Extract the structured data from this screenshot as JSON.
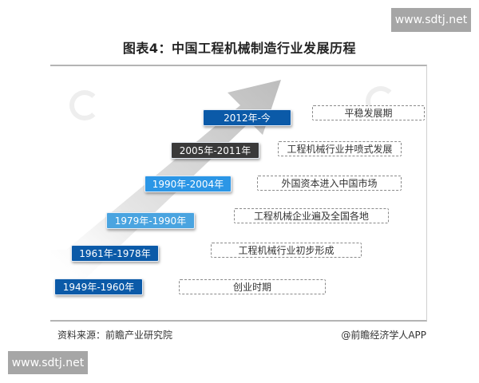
{
  "watermarks": {
    "top": "www.sdtj.net",
    "bottom": "www.sdtj.net"
  },
  "title": "图表4：中国工程机械制造行业发展历程",
  "colors": {
    "dark_blue": "#0b5aa8",
    "dark_gray": "#3a3a3a",
    "bright_blue": "#2b96e6",
    "light_blue": "#4aa4e0",
    "arrow_gray": "#c8c8c8"
  },
  "chart_data": {
    "type": "table",
    "title": "图表4：中国工程机械制造行业发展历程",
    "stages": [
      {
        "period": "1949年-1960年",
        "description": "创业时期"
      },
      {
        "period": "1961年-1978年",
        "description": "工程机械行业初步形成"
      },
      {
        "period": "1979年-1990年",
        "description": "工程机械企业遍及全国各地"
      },
      {
        "period": "1990年-2004年",
        "description": "外国资本进入中国市场"
      },
      {
        "period": "2005年-2011年",
        "description": "工程机械行业井喷式发展"
      },
      {
        "period": "2012年-今",
        "description": "平稳发展期"
      }
    ]
  },
  "stages": [
    {
      "period": "2012年-今",
      "description": "平稳发展期"
    },
    {
      "period": "2005年-2011年",
      "description": "工程机械行业井喷式发展"
    },
    {
      "period": "1990年-2004年",
      "description": "外国资本进入中国市场"
    },
    {
      "period": "1979年-1990年",
      "description": "工程机械企业遍及全国各地"
    },
    {
      "period": "1961年-1978年",
      "description": "工程机械行业初步形成"
    },
    {
      "period": "1949年-1960年",
      "description": "创业时期"
    }
  ],
  "footer": {
    "source": "资料来源：前瞻产业研究院",
    "credit": "@前瞻经济学人APP"
  }
}
